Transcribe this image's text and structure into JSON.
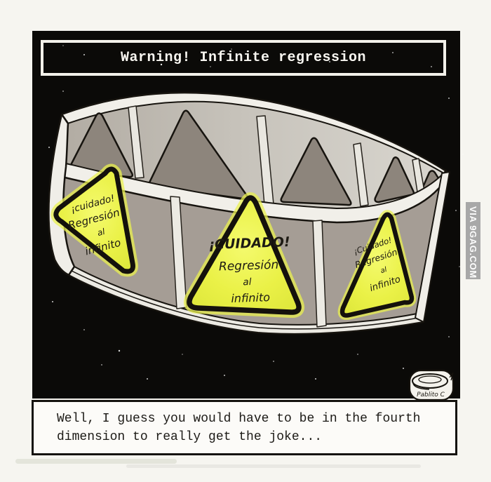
{
  "title_box": {
    "text": "Warning! Infinite regression"
  },
  "comic": {
    "signs": [
      {
        "position": "left",
        "lines": [
          "¡cuidado!",
          "Regresión",
          "al",
          "infinito"
        ]
      },
      {
        "position": "center",
        "lines": [
          "¡CUIDADO!",
          "Regresión",
          "al",
          "infinito"
        ]
      },
      {
        "position": "right",
        "lines": [
          "¡Cuidado!",
          "Regresión",
          "al",
          "infinito"
        ]
      }
    ],
    "signature": "Pablito C"
  },
  "caption_box": {
    "line1": "Well, I guess you would have to be in the fourth",
    "line2": "dimension to really get the joke..."
  },
  "watermark": {
    "text": "VIA 9GAG.COM"
  },
  "colors": {
    "panel_black": "#0b0a08",
    "paper_white": "#f6f5f0",
    "sign_yellow": "#e8ef3e",
    "sign_glow": "#e9f04f",
    "band_gray": "#a59d95",
    "back_triangle_gray": "#8d857c",
    "rim_white": "#f1efe9",
    "ink_black": "#17140f",
    "watermark_gray": "#a8a8a8"
  }
}
